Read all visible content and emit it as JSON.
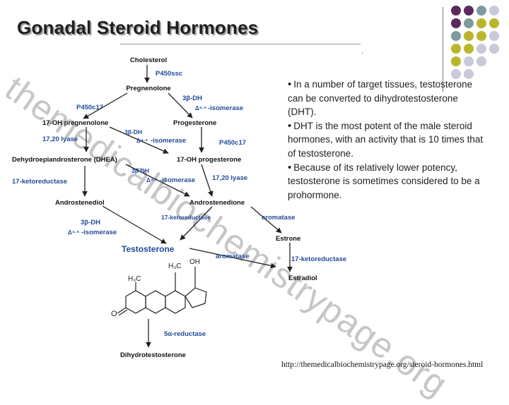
{
  "slide": {
    "title": "Gonadal Steroid Hormones",
    "corner_mark": "."
  },
  "bullets": [
    "In a number of target tissues, testosterone can be converted to dihydrotestosterone (DHT).",
    "DHT is the most potent of the male steroid hormones, with an activity that is 10 times that of testosterone.",
    "Because of its relatively lower potency, testosterone is sometimes considered to be a prohormone."
  ],
  "watermark": "themedicalbiochemistrypage.org",
  "source_url": "http://themedicalbiochemistrypage.org/steroid-hormones.html",
  "theme_colors": {
    "purple": "#5a2a5e",
    "teal": "#7c9aa0",
    "olive": "#b9b62c",
    "lavender": "#c9c9dc"
  },
  "diagram": {
    "compounds": {
      "cholesterol": "Cholesterol",
      "pregnenolone": "Pregnenolone",
      "oh_pregnenolone": "17-OH pregnenolone",
      "progesterone": "Progesterone",
      "dhea": "Dehydroepiandrosterone (DHEA)",
      "oh_progesterone": "17-OH progesterone",
      "androstenediol": "Androstenediol",
      "androstenedione": "Androstenedione",
      "testosterone": "Testosterone",
      "estrone": "Estrone",
      "estradiol": "Estradiol",
      "dht": "Dihydrotestosterone"
    },
    "enzymes": {
      "p450ssc": "P450ssc",
      "p450c17_a": "P450c17",
      "hsd_a": "3β-DH",
      "iso_a": "-isomerase",
      "lyase_a": "17,20 lyase",
      "hsd_b": "3β-DH",
      "iso_b": "-isomerase",
      "p450c17_b": "P450c17",
      "ketored_a": "17-ketoreductase",
      "hsd_c": "3β-DH",
      "iso_c": "-isomerase",
      "lyase_b": "17,20 lyase",
      "ketored_b": "17-ketoreductase",
      "aromatase_a": "aromatase",
      "hsd_d": "3β-DH",
      "iso_d": "-isomerase",
      "aromatase_b": "aromatase",
      "ketored_c": "17-ketoreductase",
      "reductase": "5α-reductase"
    }
  }
}
